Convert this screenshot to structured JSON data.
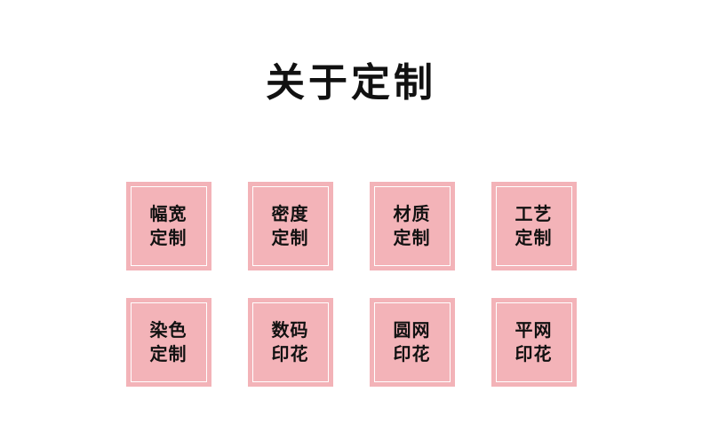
{
  "page": {
    "background_color": "#ffffff",
    "title": "关于定制"
  },
  "style": {
    "cell_fill": "#f3b3b8",
    "cell_border": "#ffffff",
    "text_color": "#111111"
  },
  "grid": {
    "rows": [
      {
        "cells": [
          {
            "line1": "幅宽",
            "line2": "定制"
          },
          {
            "line1": "密度",
            "line2": "定制"
          },
          {
            "line1": "材质",
            "line2": "定制"
          },
          {
            "line1": "工艺",
            "line2": "定制"
          }
        ]
      },
      {
        "cells": [
          {
            "line1": "染色",
            "line2": "定制"
          },
          {
            "line1": "数码",
            "line2": "印花"
          },
          {
            "line1": "圆网",
            "line2": "印花"
          },
          {
            "line1": "平网",
            "line2": "印花"
          }
        ]
      }
    ]
  }
}
